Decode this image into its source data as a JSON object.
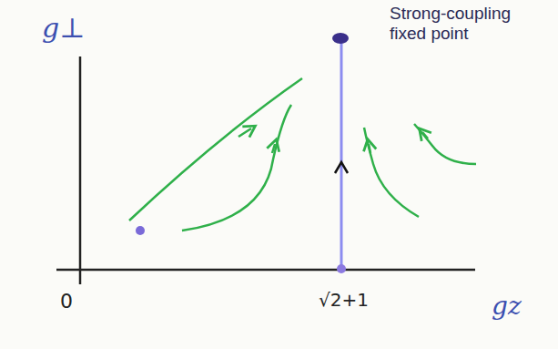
{
  "diagram": {
    "labels": [
      "g⊥",
      "0",
      "√2+1",
      "gz",
      "Strong-coupling fixed point"
    ]
  }
}
